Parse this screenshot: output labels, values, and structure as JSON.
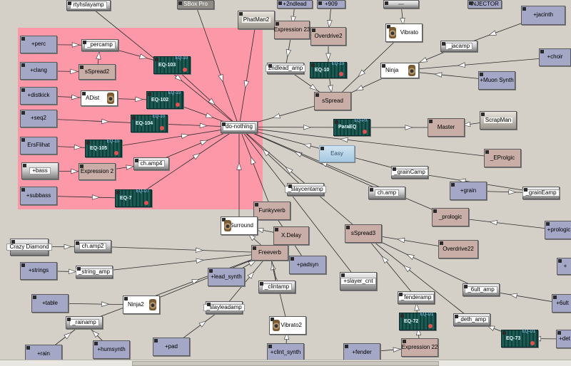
{
  "groups": [
    {
      "id": "pink-group",
      "color": "#ff93a6"
    }
  ],
  "nodes": [
    {
      "id": "rtyhslayamp",
      "label": "rtyhslayamp",
      "kind": "gray"
    },
    {
      "id": "sbox-pro",
      "label": "SBox Pro",
      "kind": "dark"
    },
    {
      "id": "phatman2",
      "label": "PhatMan2",
      "kind": "panel"
    },
    {
      "id": "2ndlead",
      "label": "+2ndlead",
      "kind": "blue"
    },
    {
      "id": "909",
      "label": "+909",
      "kind": "blue"
    },
    {
      "id": "top-gray",
      "label": "",
      "kind": "gray"
    },
    {
      "id": "injector",
      "label": "INJECTOR",
      "kind": "blue"
    },
    {
      "id": "jacinth",
      "label": "+jacinth",
      "kind": "blue"
    },
    {
      "id": "choir",
      "label": "+choir",
      "kind": "blue"
    },
    {
      "id": "perc",
      "label": "+perc",
      "kind": "blue"
    },
    {
      "id": "percamp",
      "label": "_percamp",
      "kind": "gray"
    },
    {
      "id": "eq103",
      "label": "EQ-103",
      "kind": "eq",
      "tag": "EQ-10"
    },
    {
      "id": "clang",
      "label": "+clang",
      "kind": "blue"
    },
    {
      "id": "sspread2",
      "label": "sSpread2",
      "kind": "brown"
    },
    {
      "id": "distkick",
      "label": "+distkick",
      "kind": "blue"
    },
    {
      "id": "adist",
      "label": "ADist",
      "kind": "spk-r"
    },
    {
      "id": "eq102",
      "label": "EQ-102",
      "kind": "eq",
      "tag": "EQ-10"
    },
    {
      "id": "seq2",
      "label": "+seq2",
      "kind": "blue"
    },
    {
      "id": "eq104",
      "label": "EQ-104",
      "kind": "eq",
      "tag": "EQ-10"
    },
    {
      "id": "do-nothing",
      "label": "do-nothing",
      "kind": "gray"
    },
    {
      "id": "ersfhat",
      "label": "ErsFlihat",
      "kind": "blue"
    },
    {
      "id": "eq105",
      "label": "EQ-105",
      "kind": "eq",
      "tag": "EQ-10"
    },
    {
      "id": "bass",
      "label": "+bass",
      "kind": "gray"
    },
    {
      "id": "expression2",
      "label": "Expression 2",
      "kind": "brown"
    },
    {
      "id": "champ4",
      "label": "ch.amp4",
      "kind": "gray"
    },
    {
      "id": "subbass",
      "label": "+subbass",
      "kind": "blue"
    },
    {
      "id": "eq7",
      "label": "EQ-7",
      "kind": "eq",
      "tag": "EQ-D7"
    },
    {
      "id": "expression23",
      "label": "Expression 23",
      "kind": "brown"
    },
    {
      "id": "overdrive2",
      "label": "Overdrive2",
      "kind": "brown"
    },
    {
      "id": "vibrato",
      "label": "Vibrato",
      "kind": "spk-l"
    },
    {
      "id": "jacamp",
      "label": "_jacamp",
      "kind": "gray"
    },
    {
      "id": "2ndlead-amp",
      "label": "2ndlead_amp",
      "kind": "gray"
    },
    {
      "id": "eq10",
      "label": "EQ-10",
      "kind": "eq",
      "tag": "EQ-10"
    },
    {
      "id": "ninja",
      "label": "Ninja",
      "kind": "spk-r"
    },
    {
      "id": "muon-synth",
      "label": "+Muon Synth",
      "kind": "blue"
    },
    {
      "id": "sspread",
      "label": "sSpread",
      "kind": "brown"
    },
    {
      "id": "scrapman",
      "label": "ScrapMan",
      "kind": "panel"
    },
    {
      "id": "paraeq",
      "label": "ParaEQ",
      "kind": "eq",
      "tag": "EQ-PX"
    },
    {
      "id": "master",
      "label": "Master",
      "kind": "dark-light"
    },
    {
      "id": "easy",
      "label": "Easy",
      "kind": "easy"
    },
    {
      "id": "eprologic",
      "label": "_EProlgic",
      "kind": "brown"
    },
    {
      "id": "graincamp",
      "label": "_grainCamp",
      "kind": "gray"
    },
    {
      "id": "slaycentamp",
      "label": "_slaycentamp",
      "kind": "gray"
    },
    {
      "id": "champ",
      "label": "ch.amp",
      "kind": "gray"
    },
    {
      "id": "grain",
      "label": "+grain",
      "kind": "blue"
    },
    {
      "id": "grainemp",
      "label": "_grainEamp",
      "kind": "gray"
    },
    {
      "id": "funkyverb",
      "label": "Funkyverb",
      "kind": "brown"
    },
    {
      "id": "prologic",
      "label": "_prologic",
      "kind": "brown"
    },
    {
      "id": "prologic-plus",
      "label": "+prologic",
      "kind": "blue"
    },
    {
      "id": "surround",
      "label": "Surround",
      "kind": "spk-l"
    },
    {
      "id": "sspread3",
      "label": "sSpread3",
      "kind": "brown"
    },
    {
      "id": "xdelay",
      "label": "X.Delay",
      "kind": "brown"
    },
    {
      "id": "crazy-diamond",
      "label": "Crazy Diamond",
      "kind": "gray"
    },
    {
      "id": "champ2",
      "label": "ch.amp2",
      "kind": "gray"
    },
    {
      "id": "freeverb",
      "label": "Freeverb",
      "kind": "brown"
    },
    {
      "id": "overdrive22",
      "label": "Overdrive22",
      "kind": "brown"
    },
    {
      "id": "strings",
      "label": "+strings",
      "kind": "blue"
    },
    {
      "id": "string-amp",
      "label": "_string_amp",
      "kind": "gray"
    },
    {
      "id": "lead-synth",
      "label": "+lead_synth",
      "kind": "blue"
    },
    {
      "id": "padsyn",
      "label": "+padsyn",
      "kind": "blue"
    },
    {
      "id": "slayer-cnt",
      "label": "+slayer_cnt",
      "kind": "gray"
    },
    {
      "id": "clintamp",
      "label": "_clintamp",
      "kind": "gray"
    },
    {
      "id": "6ult-amp",
      "label": "_6ult_amp",
      "kind": "gray"
    },
    {
      "id": "6ult",
      "label": "+6ult",
      "kind": "blue"
    },
    {
      "id": "table",
      "label": "+table",
      "kind": "blue"
    },
    {
      "id": "ninja2",
      "label": "Ninja2",
      "kind": "spk-r"
    },
    {
      "id": "slayleadamp",
      "label": "_slayleadamp",
      "kind": "gray"
    },
    {
      "id": "fenderamp",
      "label": "_fenderamp",
      "kind": "gray"
    },
    {
      "id": "dethamp",
      "label": "_deth_amp",
      "kind": "gray"
    },
    {
      "id": "rainamp",
      "label": "_rainamp",
      "kind": "gray"
    },
    {
      "id": "vibrato2",
      "label": "Vibrato2",
      "kind": "spk-l"
    },
    {
      "id": "eq72",
      "label": "EQ-72",
      "kind": "eq",
      "tag": "EQ-D1"
    },
    {
      "id": "eq73",
      "label": "EQ-73",
      "kind": "eq",
      "tag": "EQ-D1"
    },
    {
      "id": "det",
      "label": "+det",
      "kind": "blue"
    },
    {
      "id": "rain",
      "label": "+rain",
      "kind": "blue"
    },
    {
      "id": "humsynth",
      "label": "+humsynth",
      "kind": "blue"
    },
    {
      "id": "pad",
      "label": "+pad",
      "kind": "blue"
    },
    {
      "id": "clint-synth",
      "label": "+clint_synth",
      "kind": "blue"
    },
    {
      "id": "fender",
      "label": "+fender",
      "kind": "blue"
    },
    {
      "id": "expression22",
      "label": "Expression 22",
      "kind": "brown"
    },
    {
      "id": "partial-right",
      "label": "+",
      "kind": "blue"
    }
  ],
  "connections": [
    [
      "perc",
      "percamp"
    ],
    [
      "percamp",
      "eq103"
    ],
    [
      "eq103",
      "do-nothing"
    ],
    [
      "clang",
      "sspread2"
    ],
    [
      "sspread2",
      "percamp"
    ],
    [
      "distkick",
      "adist"
    ],
    [
      "adist",
      "eq102"
    ],
    [
      "eq102",
      "do-nothing"
    ],
    [
      "seq2",
      "eq104"
    ],
    [
      "eq104",
      "do-nothing"
    ],
    [
      "ersfhat",
      "eq105"
    ],
    [
      "eq105",
      "do-nothing"
    ],
    [
      "bass",
      "expression2"
    ],
    [
      "expression2",
      "champ4"
    ],
    [
      "champ4",
      "do-nothing"
    ],
    [
      "subbass",
      "eq7"
    ],
    [
      "eq7",
      "do-nothing"
    ],
    [
      "rtyhslayamp",
      "do-nothing"
    ],
    [
      "sbox-pro",
      "do-nothing"
    ],
    [
      "phatman2",
      "do-nothing"
    ],
    [
      "expression23",
      "2ndlead-amp"
    ],
    [
      "2ndlead",
      "expression23"
    ],
    [
      "909",
      "overdrive2"
    ],
    [
      "overdrive2",
      "eq10"
    ],
    [
      "eq10",
      "sspread"
    ],
    [
      "2ndlead-amp",
      "sspread"
    ],
    [
      "sspread",
      "do-nothing"
    ],
    [
      "vibrato",
      "sspread"
    ],
    [
      "top-gray",
      "vibrato"
    ],
    [
      "jacinth",
      "jacamp"
    ],
    [
      "jacamp",
      "ninja"
    ],
    [
      "choir",
      "ninja"
    ],
    [
      "ninja",
      "sspread"
    ],
    [
      "muon-synth",
      "ninja"
    ],
    [
      "scrapman",
      "master"
    ],
    [
      "paraeq",
      "master"
    ],
    [
      "do-nothing",
      "paraeq"
    ],
    [
      "eprologic",
      "do-nothing"
    ],
    [
      "graincamp",
      "do-nothing"
    ],
    [
      "grainemp",
      "graincamp"
    ],
    [
      "grain",
      "grainemp"
    ],
    [
      "slaycentamp",
      "do-nothing"
    ],
    [
      "champ",
      "do-nothing"
    ],
    [
      "prologic",
      "do-nothing"
    ],
    [
      "prologic-plus",
      "prologic"
    ],
    [
      "funkyverb",
      "do-nothing"
    ],
    [
      "surround",
      "do-nothing"
    ],
    [
      "sspread3",
      "do-nothing"
    ],
    [
      "overdrive22",
      "sspread3"
    ],
    [
      "xdelay",
      "surround"
    ],
    [
      "freeverb",
      "surround"
    ],
    [
      "crazy-diamond",
      "champ2"
    ],
    [
      "champ2",
      "freeverb"
    ],
    [
      "strings",
      "string-amp"
    ],
    [
      "string-amp",
      "freeverb"
    ],
    [
      "lead-synth",
      "freeverb"
    ],
    [
      "padsyn",
      "funkyverb"
    ],
    [
      "slayer-cnt",
      "do-nothing"
    ],
    [
      "clintamp",
      "freeverb"
    ],
    [
      "6ult",
      "6ult-amp"
    ],
    [
      "6ult-amp",
      "sspread3"
    ],
    [
      "table",
      "ninja2"
    ],
    [
      "ninja2",
      "freeverb"
    ],
    [
      "slayleadamp",
      "freeverb"
    ],
    [
      "fenderamp",
      "sspread3"
    ],
    [
      "dethamp",
      "sspread3"
    ],
    [
      "eq73",
      "dethamp"
    ],
    [
      "det",
      "eq73"
    ],
    [
      "rain",
      "rainamp"
    ],
    [
      "rainamp",
      "freeverb"
    ],
    [
      "humsynth",
      "rainamp"
    ],
    [
      "pad",
      "slayleadamp"
    ],
    [
      "vibrato2",
      "freeverb"
    ],
    [
      "clint-synth",
      "vibrato2"
    ],
    [
      "fender",
      "expression22"
    ],
    [
      "expression22",
      "eq72"
    ],
    [
      "eq72",
      "fenderamp"
    ]
  ],
  "colors": {
    "canvas": "#d4d0c8",
    "group": "#ff93a6",
    "wire": "#2b2b2b",
    "arrow_fill": "#ffffff"
  }
}
